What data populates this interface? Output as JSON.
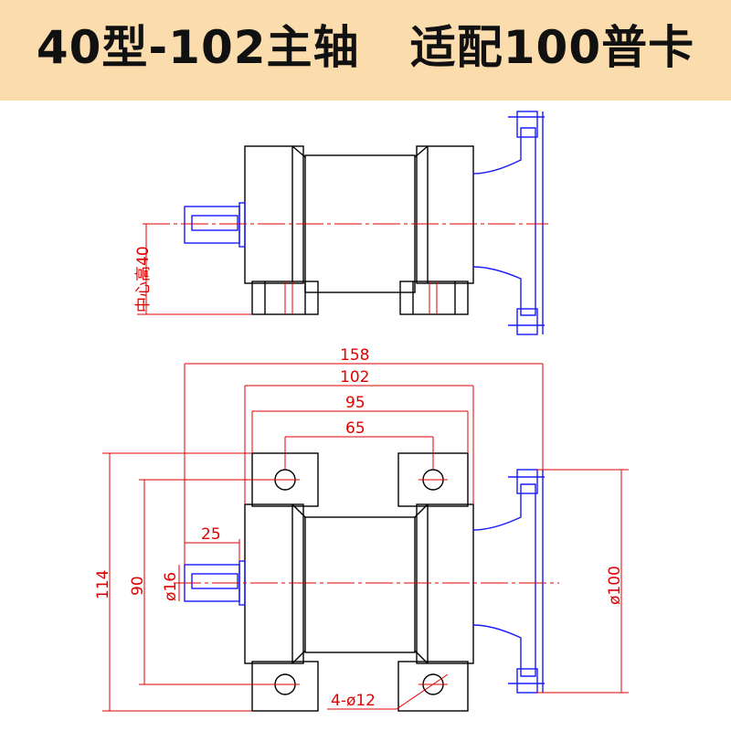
{
  "title": "40型-102主轴   适配100普卡",
  "side_view": {
    "center_height_label": "中心高40"
  },
  "top_view": {
    "dim_overall": "158",
    "dim_body": "102",
    "dim_base_outer": "95",
    "dim_hole_spacing": "65",
    "dim_shaft": "25",
    "dim_height_total": "114",
    "dim_height_holes": "90",
    "dim_shaft_dia": "ø16",
    "dim_flange_dia": "ø100",
    "dim_holes": "4-ø12"
  },
  "colors": {
    "title_bar": "#fbdcad",
    "outline": "#000000",
    "flange": "#1a1aff",
    "dimension": "#e00000"
  }
}
